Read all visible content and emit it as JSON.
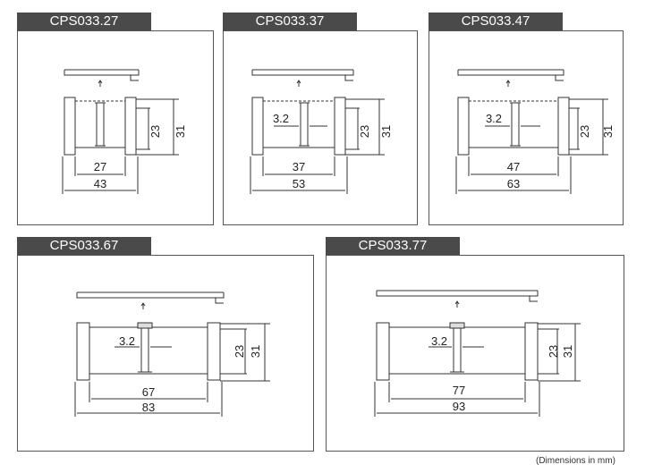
{
  "panels": [
    {
      "title": "CPS033.27",
      "inner": "27",
      "outer": "43",
      "height_inner": "23",
      "height_outer": "31"
    },
    {
      "title": "CPS033.37",
      "inner": "37",
      "outer": "53",
      "height_inner": "23",
      "height_outer": "31",
      "web": "3.2"
    },
    {
      "title": "CPS033.47",
      "inner": "47",
      "outer": "63",
      "height_inner": "23",
      "height_outer": "31",
      "web": "3.2"
    },
    {
      "title": "CPS033.67",
      "inner": "67",
      "outer": "83",
      "height_inner": "23",
      "height_outer": "31",
      "web": "3.2"
    },
    {
      "title": "CPS033.77",
      "inner": "77",
      "outer": "93",
      "height_inner": "23",
      "height_outer": "31",
      "web": "3.2"
    }
  ],
  "footnote": "(Dimensions in mm)"
}
